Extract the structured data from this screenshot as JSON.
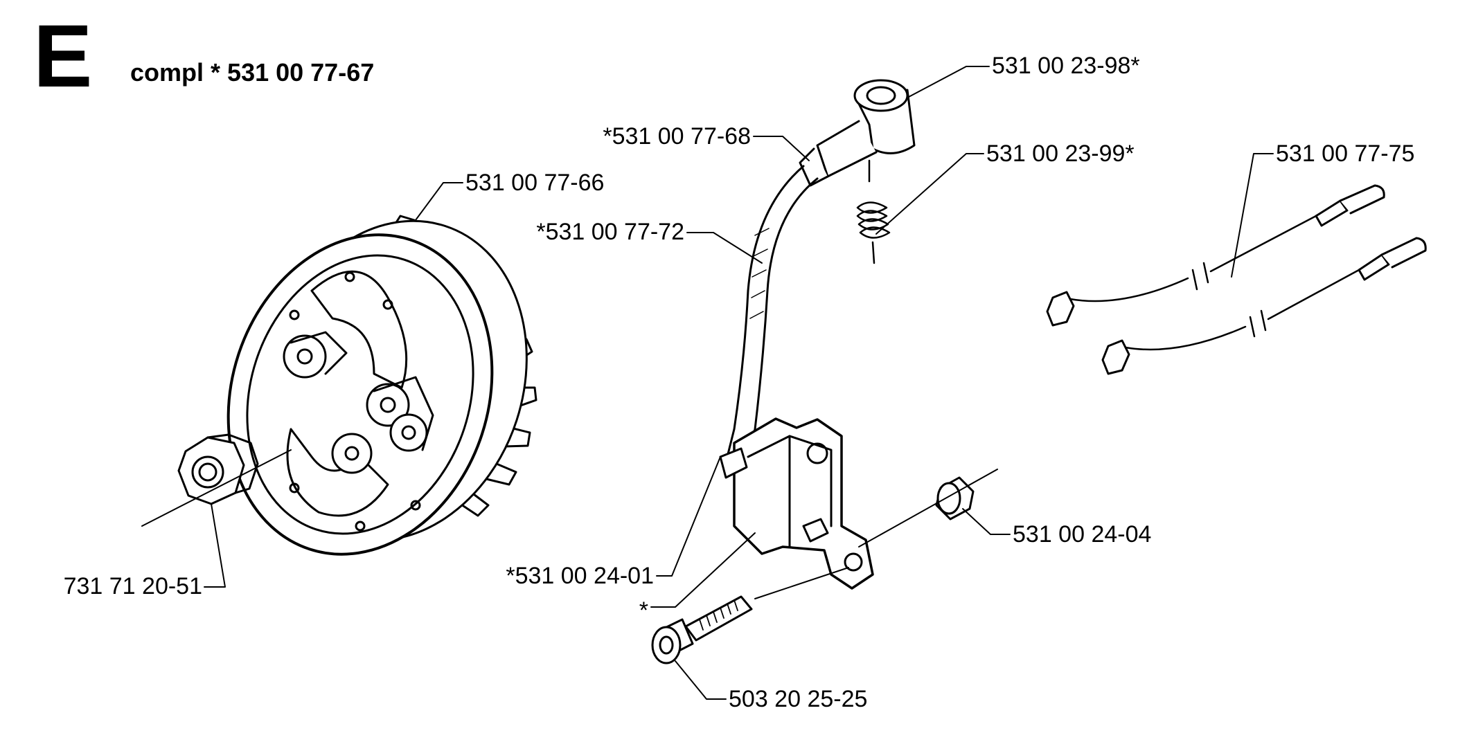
{
  "header": {
    "section_letter": "E",
    "assembly_prefix": "compl *",
    "assembly_number": "531 00 77-67"
  },
  "labels": {
    "boot_cap": "531 00 23-98*",
    "boot_tube": "*531 00 77-68",
    "spring": "531 00 23-99*",
    "flywheel": "531 00 77-66",
    "wire_set": "531 00 77-75",
    "cable": "*531 00 77-72",
    "bushing": "531 00 24-04",
    "coil_wire_end": "*531 00 24-01",
    "coil_star": "*",
    "nut": "731 71 20-51",
    "screw": "503 20 25-25"
  },
  "colors": {
    "line": "#000000",
    "background": "#ffffff"
  }
}
